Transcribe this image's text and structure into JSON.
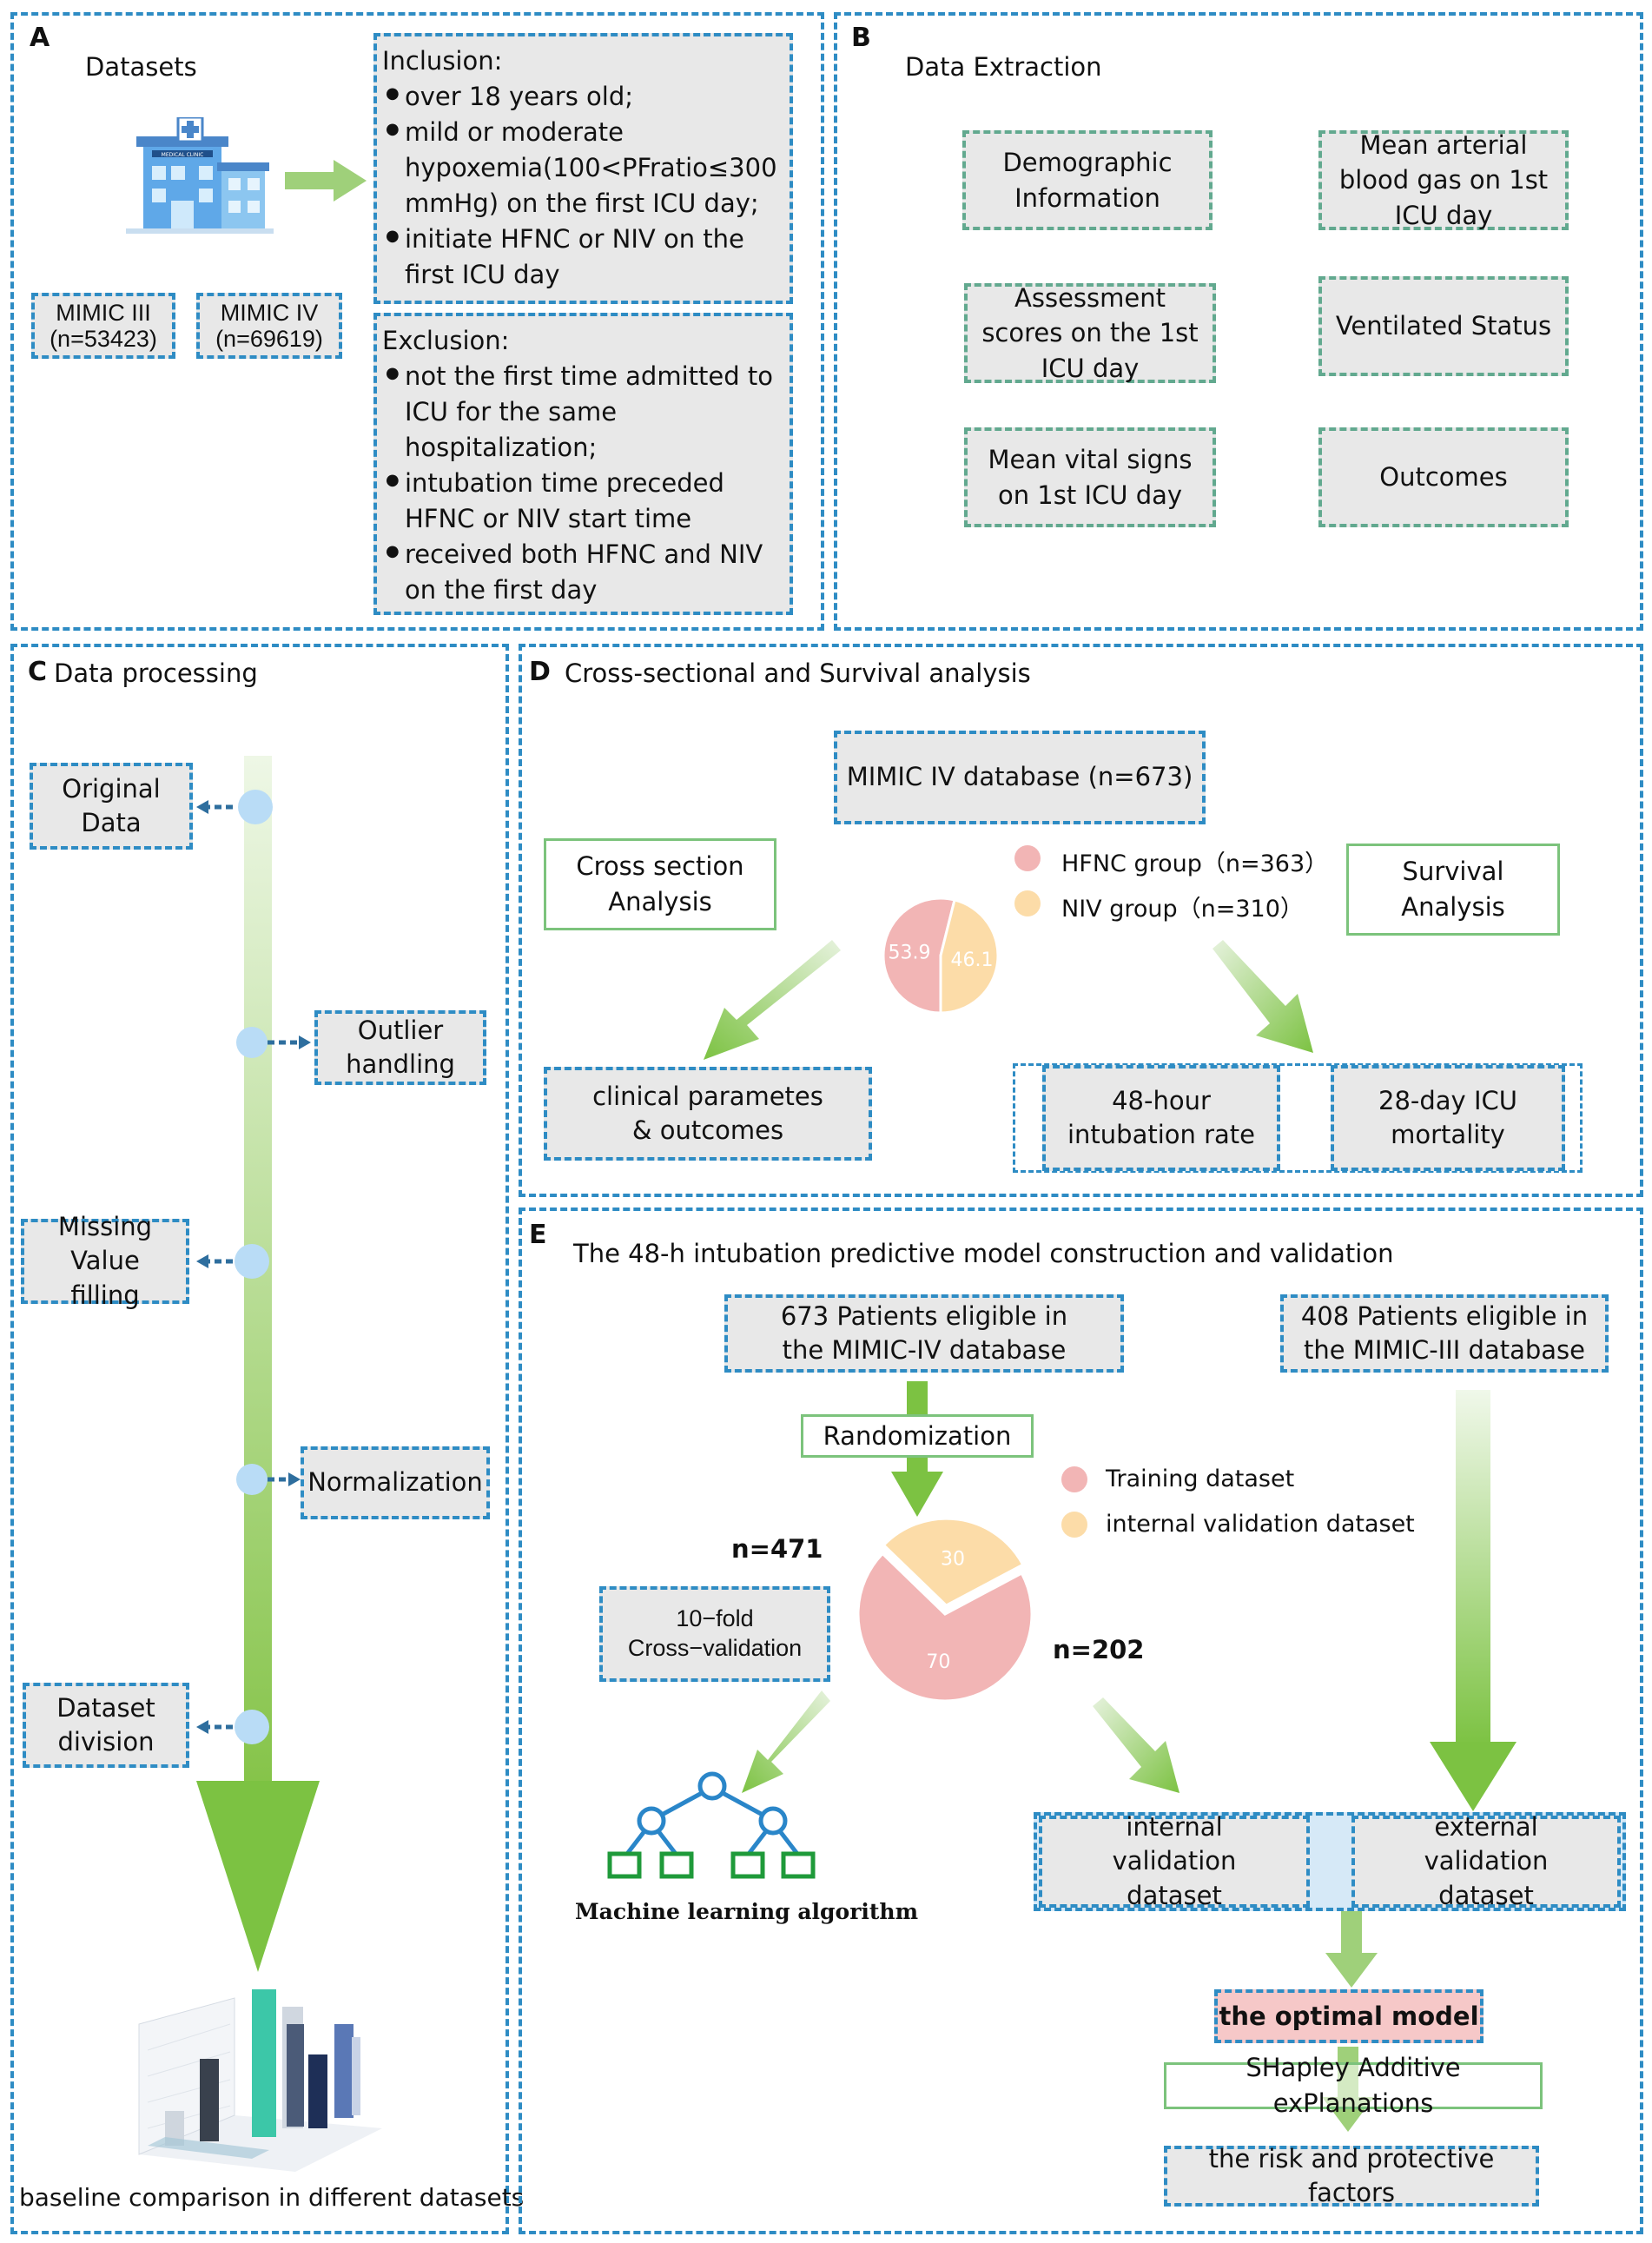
{
  "panelA": {
    "label": "A",
    "title": "Datasets",
    "hospital_sign": "MEDICAL CLINIC",
    "mimic3": {
      "name": "MIMIC III",
      "n": "(n=53423)"
    },
    "mimic4": {
      "name": "MIMIC  IV",
      "n": "(n=69619)"
    },
    "inclusion": {
      "title": "Inclusion:",
      "items": [
        "over 18 years old;",
        "mild or moderate hypoxemia(100<PFratio≤300 mmHg)  on the first ICU day;",
        "initiate HFNC or NIV on the first ICU day"
      ]
    },
    "exclusion": {
      "title": "Exclusion:",
      "items": [
        "not the first time admitted to ICU for the same hospitalization;",
        "intubation time  preceded HFNC or NIV start time",
        "received both HFNC and NIV on the first day"
      ]
    }
  },
  "panelB": {
    "label": "B",
    "title": "Data Extraction",
    "boxes": [
      "Demographic Information",
      "Mean arterial blood gas on 1st ICU day",
      "Assessment scores on the 1st ICU day",
      "Ventilated Status",
      "Mean vital signs on 1st ICU day",
      "Outcomes"
    ]
  },
  "panelC": {
    "label": "C",
    "title": "Data processing",
    "steps": [
      "Original Data",
      "Outlier handling",
      "Missing Value filling",
      "Normalization",
      "Dataset division"
    ],
    "bottom_label": "baseline comparison in different datasets"
  },
  "panelD": {
    "label": "D",
    "title": "Cross-sectional and Survival analysis",
    "database": "MIMIC IV database (n=673)",
    "cross_section": "Cross section Analysis",
    "survival": "Survival Analysis",
    "legend": [
      "HFNC group（n=363）",
      "NIV group（n=310）"
    ],
    "pie_labels": [
      "53.9",
      "46.1"
    ],
    "clinical": "clinical parametes & outcomes",
    "intubation": "48-hour intubation rate",
    "mortality": "28-day ICU mortality"
  },
  "panelE": {
    "label": "E",
    "title": "The 48-h intubation predictive model construction and validation",
    "mimic4_box": "673 Patients eligible in the MIMIC-IV database",
    "mimic3_box": "408 Patients eligible in the MIMIC-III database",
    "randomization": "Randomization",
    "legend": [
      "Training dataset",
      "internal validation dataset"
    ],
    "n_train": "n=471",
    "n_val": "n=202",
    "pie_labels": [
      "70",
      "30"
    ],
    "cv": "10−fold Cross−validation",
    "ml": "Machine learning algorithm",
    "internal": "internal validation dataset",
    "external": "external validation dataset",
    "optimal": "the optimal model",
    "shap": "SHapley Additive exPlanations",
    "factors": "the risk and protective factors"
  },
  "colors": {
    "panel_border": "#2e8cc4",
    "green_border": "#62a98f",
    "arrow_green": "#7cc242",
    "hfnc_pink": "#f2b5b5",
    "niv_yellow": "#fcdca8",
    "optimal_pink": "#f6c8c8"
  },
  "chart_data": [
    {
      "type": "pie",
      "title": "",
      "categories": [
        "HFNC group（n=363）",
        "NIV group（n=310）"
      ],
      "values": [
        53.9,
        46.1
      ]
    },
    {
      "type": "pie",
      "title": "",
      "categories": [
        "Training dataset",
        "internal validation dataset"
      ],
      "values": [
        70,
        30
      ]
    }
  ]
}
